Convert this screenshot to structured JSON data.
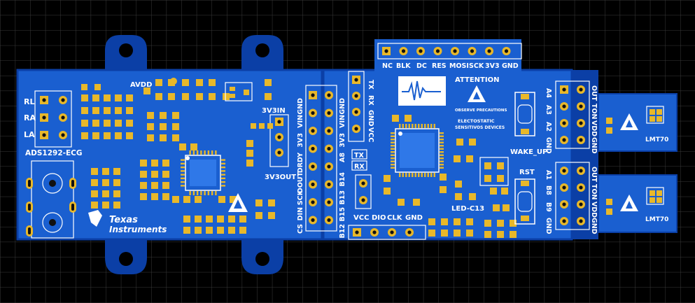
{
  "colors": {
    "background": "#000000",
    "grid": "#3a3a3a",
    "pcb": "#1a5fd0",
    "pcb_dark": "#0b3fa6",
    "silk": "#ffffff",
    "pad": "#e8b82a",
    "pad_hole": "#111111"
  },
  "left_board": {
    "ecg_labels": [
      "RL",
      "RA",
      "LA"
    ],
    "part_name": "ADS1292-ECG",
    "avdd_label": "AVDD",
    "v3in_label": "3V3IN",
    "v3out_label": "3V3OUT",
    "ti_brand_line1": "Texas",
    "ti_brand_line2": "Instruments",
    "header_labels_outer": [
      "GND",
      "VIN",
      "3V3",
      "DRDY",
      "DOUT",
      "SCK",
      "DIN",
      "CS"
    ],
    "header_labels_inner": [
      "GND",
      "VIN",
      "3V3",
      "A8",
      "B14",
      "B13",
      "B15",
      "B12"
    ]
  },
  "right_board": {
    "top_header_labels": [
      "NC",
      "BLK",
      "DC",
      "RES",
      "MOSI",
      "SCK",
      "3V3",
      "GND"
    ],
    "uart_labels": [
      "TX",
      "RX",
      "GND",
      "VCC"
    ],
    "tx_box": "TX",
    "rx_box": "RX",
    "swd_labels": [
      "VCC",
      "DIO",
      "CLK",
      "GND"
    ],
    "attention": "ATTENTION",
    "observe": "OBSERVE PRECAUTIONS",
    "esd_line1": "ELECTOSTATIC",
    "esd_line2": "SENSITIVOS DEVICES",
    "wake_up": "WAKE_UP",
    "rst": "RST",
    "led": "LED-C13",
    "sensor1_pins": [
      "A4",
      "A3",
      "A2",
      "GND"
    ],
    "sensor2_pins": [
      "A1",
      "B8",
      "B9",
      "GND"
    ],
    "sensor_side_labels": [
      "OUT",
      "TON",
      "VDD",
      "GND"
    ],
    "sensor_name": "LMT70"
  }
}
